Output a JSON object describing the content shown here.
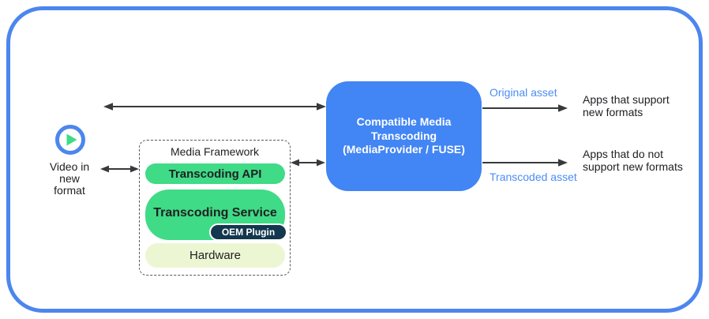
{
  "colors": {
    "border_blue": "#4c86ee",
    "transcoder_blue": "#4285f4",
    "asset_label_blue": "#4a8cf7",
    "layer_green": "#3fdb86",
    "hardware_pale_green": "#ecf6d2",
    "oem_navy": "#12374e",
    "arrow_gray": "#37393c"
  },
  "source": {
    "icon": "play-icon",
    "label": "Video in\nnew\nformat"
  },
  "media_framework": {
    "title": "Media Framework",
    "layers": [
      {
        "label": "Transcoding API"
      },
      {
        "label": "Transcoding Service",
        "plugin": "OEM Plugin"
      },
      {
        "label": "Hardware"
      }
    ]
  },
  "transcoder": {
    "label": "Compatible Media\nTranscoding\n(MediaProvider / FUSE)"
  },
  "outputs": [
    {
      "asset_label": "Original asset",
      "target": "Apps that support\nnew formats"
    },
    {
      "asset_label": "Transcoded asset",
      "target": "Apps that do not\nsupport new formats"
    }
  ]
}
